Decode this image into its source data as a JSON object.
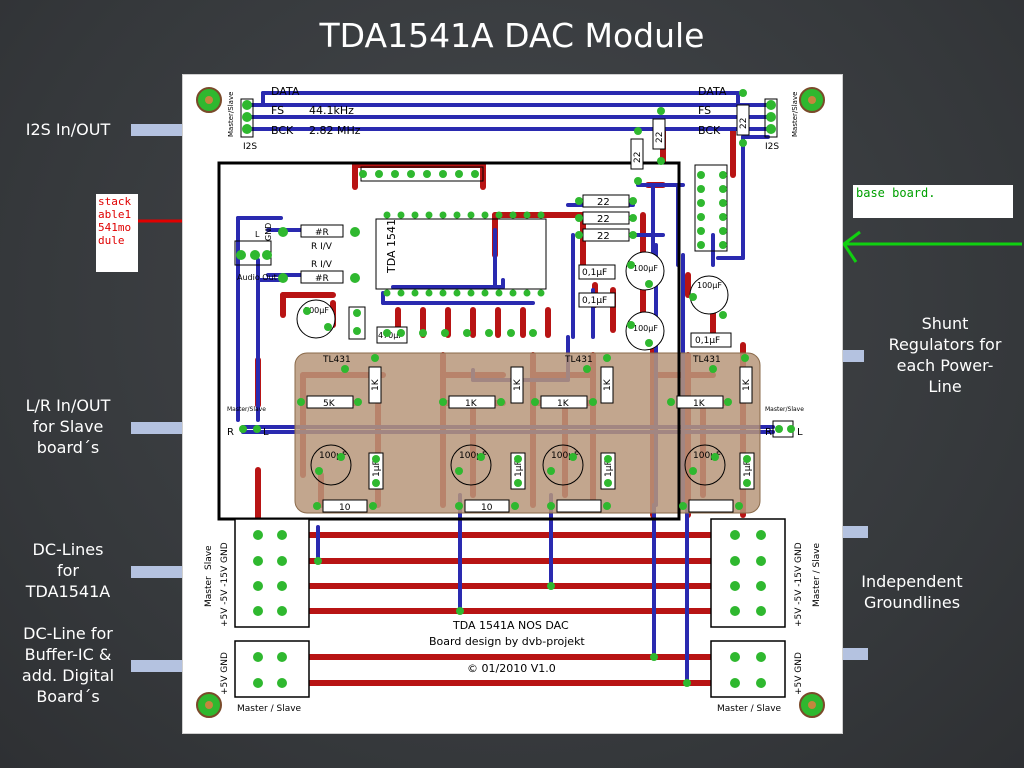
{
  "title": "TDA1541A DAC Module",
  "labels": {
    "i2s": "I2S In/OUT",
    "lr_line1": "L/R In/OUT",
    "lr_line2": "for Slave",
    "lr_line3": "board´s",
    "dc_line1": "DC-Lines",
    "dc_line2": "for",
    "dc_line3": "TDA1541A",
    "dcbuf_line1": "DC-Line for",
    "dcbuf_line2": "Buffer-IC &",
    "dcbuf_line3": "add. Digital",
    "dcbuf_line4": "Board´s",
    "shunt_line1": "Shunt",
    "shunt_line2": "Regulators for",
    "shunt_line3": "each Power-",
    "shunt_line4": "Line",
    "ground_line1": "Independent",
    "ground_line2": "Groundlines"
  },
  "annotations": {
    "stack": "stackable1541module",
    "base": "base board."
  },
  "board": {
    "data": "DATA",
    "fs": "FS",
    "bck": "BCK",
    "fs_value": "44.1kHz",
    "bck_value": "2.82 MHz",
    "i2s_left": "I2S",
    "i2s_right": "I2S",
    "master_slave": "Master / Slave",
    "master_slave_small": "Master/Slave",
    "audio_out": "Audio Out",
    "gnd": "GND",
    "l": "L",
    "r": "R",
    "ic_label": "TDA 1541",
    "rx": "#R",
    "riv": "R I/V",
    "r22": "22",
    "cap_100": "100µF",
    "cap_01": "0,1µF",
    "cap_470": "470µF",
    "cap_1": "1µF",
    "tl431": "TL431",
    "r1k": "1K",
    "r5k": "5K",
    "r10": "10",
    "dc_left": "+5V -5V -15V GND",
    "dc_right": "+5V -5V -15V GND",
    "dc_left_small": "+5V GND",
    "dc_right_small": "+5V GND",
    "slave_word": "Slave",
    "master_word": "Master",
    "master_slave_bottom_left": "Master / Slave",
    "master_slave_bottom_right": "Master / Slave",
    "design_line1": "TDA 1541A NOS DAC",
    "design_line2": "Board design by dvb-projekt",
    "copyright": "© 01/2010 V1.0"
  },
  "colors": {
    "background": "#3a3d40",
    "trace_red": "#b81414",
    "trace_blue": "#2a2ab0",
    "pad_green": "#2fb82f",
    "shunt_overlay": "#b7977a",
    "arrow": "#b4c2e0"
  }
}
